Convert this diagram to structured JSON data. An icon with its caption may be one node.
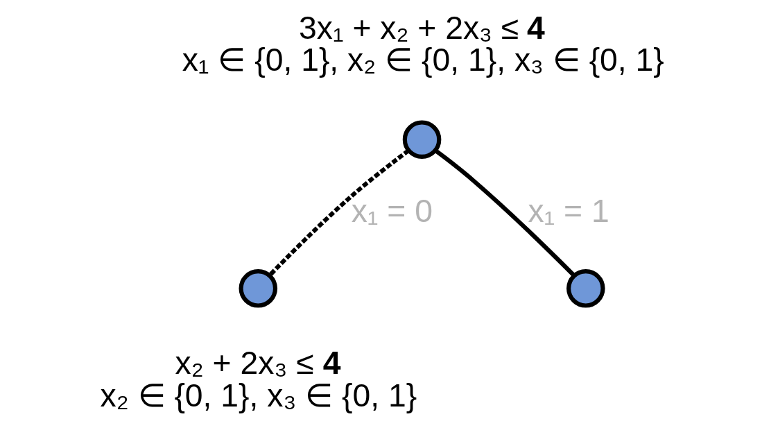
{
  "diagram": {
    "nodes": [
      {
        "text": [],
        "shape": "circle",
        "beside": [
          "3x₁ + x₂ + 2x₃ ≤ **4**",
          "x₁ ∈ {0, 1}, x₂ ∈ {0, 1}, x₃ ∈ {0, 1}"
        ]
      },
      {
        "text": [],
        "shape": "circle",
        "beside": [
          "x₂ + 2x₃ ≤ **4**",
          "x₂ ∈ {0, 1}, x₃ ∈ {0, 1}"
        ]
      },
      {
        "text": [],
        "shape": "circle"
      }
    ],
    "edges": [
      {
        "from": 0,
        "to": 1,
        "arrow": "none",
        "style": "dashed",
        "label": "x₁ = 0"
      },
      {
        "from": 0,
        "to": 2,
        "arrow": "none",
        "label": "x₁ = 1"
      }
    ]
  }
}
